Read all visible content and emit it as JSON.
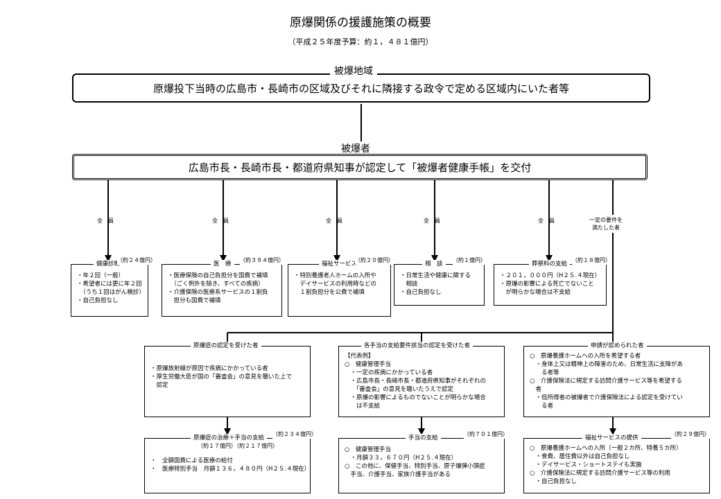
{
  "title": "原爆関係の援護施策の概要",
  "subtitle": "（平成２５年度予算：約１，４８１億円）",
  "region": {
    "label": "被爆地域",
    "text": "原爆投下当時の広島市・長崎市の区域及びそれに隣接する政令で定める区域内にいた者等"
  },
  "hibakusha": {
    "label": "被爆者",
    "text": "広島市長・長崎市長・都道府県知事が認定して「被爆者健康手帳」を交付"
  },
  "branch_labels": [
    "全　員",
    "全　員",
    "全　員",
    "全　員",
    "全　員",
    "一定の要件を\n満たした者"
  ],
  "row1": [
    {
      "title": "健康診断",
      "amount": "（約２４億円）",
      "lines": [
        "・年２回（一般）",
        "・希望者には更に年２回",
        "　（うち１回はがん検診）",
        "・自己負担なし"
      ]
    },
    {
      "title": "医　療",
      "amount": "（約３９４億円）",
      "lines": [
        "・医療保険の自己負担分を国費で補填",
        "　（ごく例外を除き、すべての疾病）",
        "",
        "・介護保険の医療系サービスの１割負",
        "　担分も国費で補填"
      ]
    },
    {
      "title": "福祉サービス",
      "amount": "（約２０億円）",
      "lines": [
        "・特別養護老人ホームの入所や",
        "　デイサービスの利用時などの",
        "　１割負担分を公費で補填"
      ]
    },
    {
      "title": "相　談",
      "amount": "（約１億円）",
      "lines": [
        "・日常生活や健康に関する",
        "　相談",
        "・自己負担なし"
      ]
    },
    {
      "title": "葬祭料の支給",
      "amount": "（約１８億円）",
      "lines": [
        "・２０１，０００円（H２５.４現在）",
        "・原爆の影響による死亡でないこと",
        "　が明らかな場合は不支給"
      ]
    }
  ],
  "row2": [
    {
      "title": "原爆症の認定を受けた者",
      "lines": [
        "・原爆放射線が原因で疾病にかかっている者",
        "・厚生労働大臣が国の「審査会」の意見を聴いた上で",
        "　認定"
      ]
    },
    {
      "title": "各手当の支給要件該当の認定を受けた者",
      "lines": [
        "【代表例】",
        "○　健康管理手当",
        "　・一定の疾病にかかっている者",
        "　・広島市長・長崎市長・都道府県知事がそれぞれの",
        "　　「審査会」の意見を聴いたうえで認定",
        "　・原爆の影響によるものでないことが明らかな場合",
        "　　は不支給"
      ]
    },
    {
      "title": "申請が認められた者",
      "lines": [
        "○　原爆養護ホームへの入所を希望する者",
        "　・身体上又は精神上の障害のため、日常生活に支障があ",
        "　　る者等",
        "○　介護保険法に規定する訪問介護サービス等を希望する",
        "　者",
        "　・低所得者の被爆者で介護保険法による認定を受けてい",
        "　　る者"
      ]
    }
  ],
  "row3": [
    {
      "title": "原爆症の治療＋手当の支給",
      "title2": "（約１７億円）（約２１７億円）",
      "amount": "（約２３４億円）",
      "lines": [
        "・　全額国費による医療の給付",
        "",
        "・　医療特別手当　月額１３６，４８０円（H２５.４現在）"
      ]
    },
    {
      "title": "手当の支給",
      "amount": "（約７０１億円）",
      "lines": [
        "○　健康管理手当",
        "　・月額３３，６７０円（H２５.４現在）",
        "",
        "○　この他に、保健手当、特別手当、原子爆弾小頭症",
        "　手当、介護手当、家族介護手当がある"
      ]
    },
    {
      "title": "福祉サービスの提供",
      "amount": "（約２９億円）",
      "lines": [
        "○　原爆養護ホームへの入所（一般２カ所、特養５カ所）",
        "　・食費、居住費以外は自己負担なし",
        "　・デイサービス・ショートステイも実施",
        "○　介護保険法に規定する訪問介護サービス等の利用",
        "　・自己負担なし"
      ]
    }
  ]
}
